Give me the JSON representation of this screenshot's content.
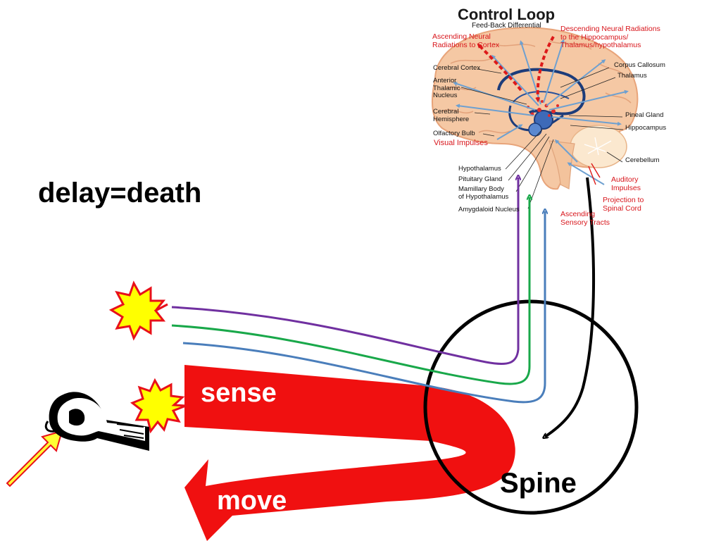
{
  "slide": {
    "delay_text": "delay=death",
    "sense_label": "sense",
    "move_label": "move",
    "spine_label": "Spine"
  },
  "brain": {
    "title": "Control Loop",
    "subtitle": "Feed-Back Differential",
    "red_labels": {
      "ascending_cortex": "Ascending Neural\nRadiations to Cortex",
      "descending": "Descending Neural Radiations\nto the Hippocampus/\nThalamus/hypothalamus",
      "visual": "Visual Impulses",
      "auditory": "Auditory\nImpulses",
      "projection": "Projection to\nSpinal Cord",
      "ascending_sensory": "Ascending\nSensory Tracts"
    },
    "labels": {
      "cerebral_cortex": "Cerebral Cortex",
      "anterior_thalamic": "Anterior\nThalamic\nNucleus",
      "cerebral_hemisphere": "Cerebral\nHemisphere",
      "olfactory_bulb": "Olfactory Bulb",
      "corpus_callosum": "Corpus Callosum",
      "thalamus": "Thalamus",
      "pineal_gland": "Pineal Gland",
      "hippocampus": "Hippocampus",
      "cerebellum": "Cerebellum",
      "hypothalamus": "Hypothalamus",
      "pituitary": "Pituitary Gland",
      "mamillary": "Mamillary Body\nof Hypothalamus",
      "amygdaloid": "Amygdaloid Nucleus"
    }
  },
  "colors": {
    "arrow_red": "#ee1111",
    "purple": "#7030a0",
    "green": "#19a84a",
    "blue": "#4a7ebb",
    "starburst": "#ffff00",
    "starburst_edge": "#e8101a",
    "brain_skin": "#f6c9a6",
    "pin": "#ffff33"
  }
}
